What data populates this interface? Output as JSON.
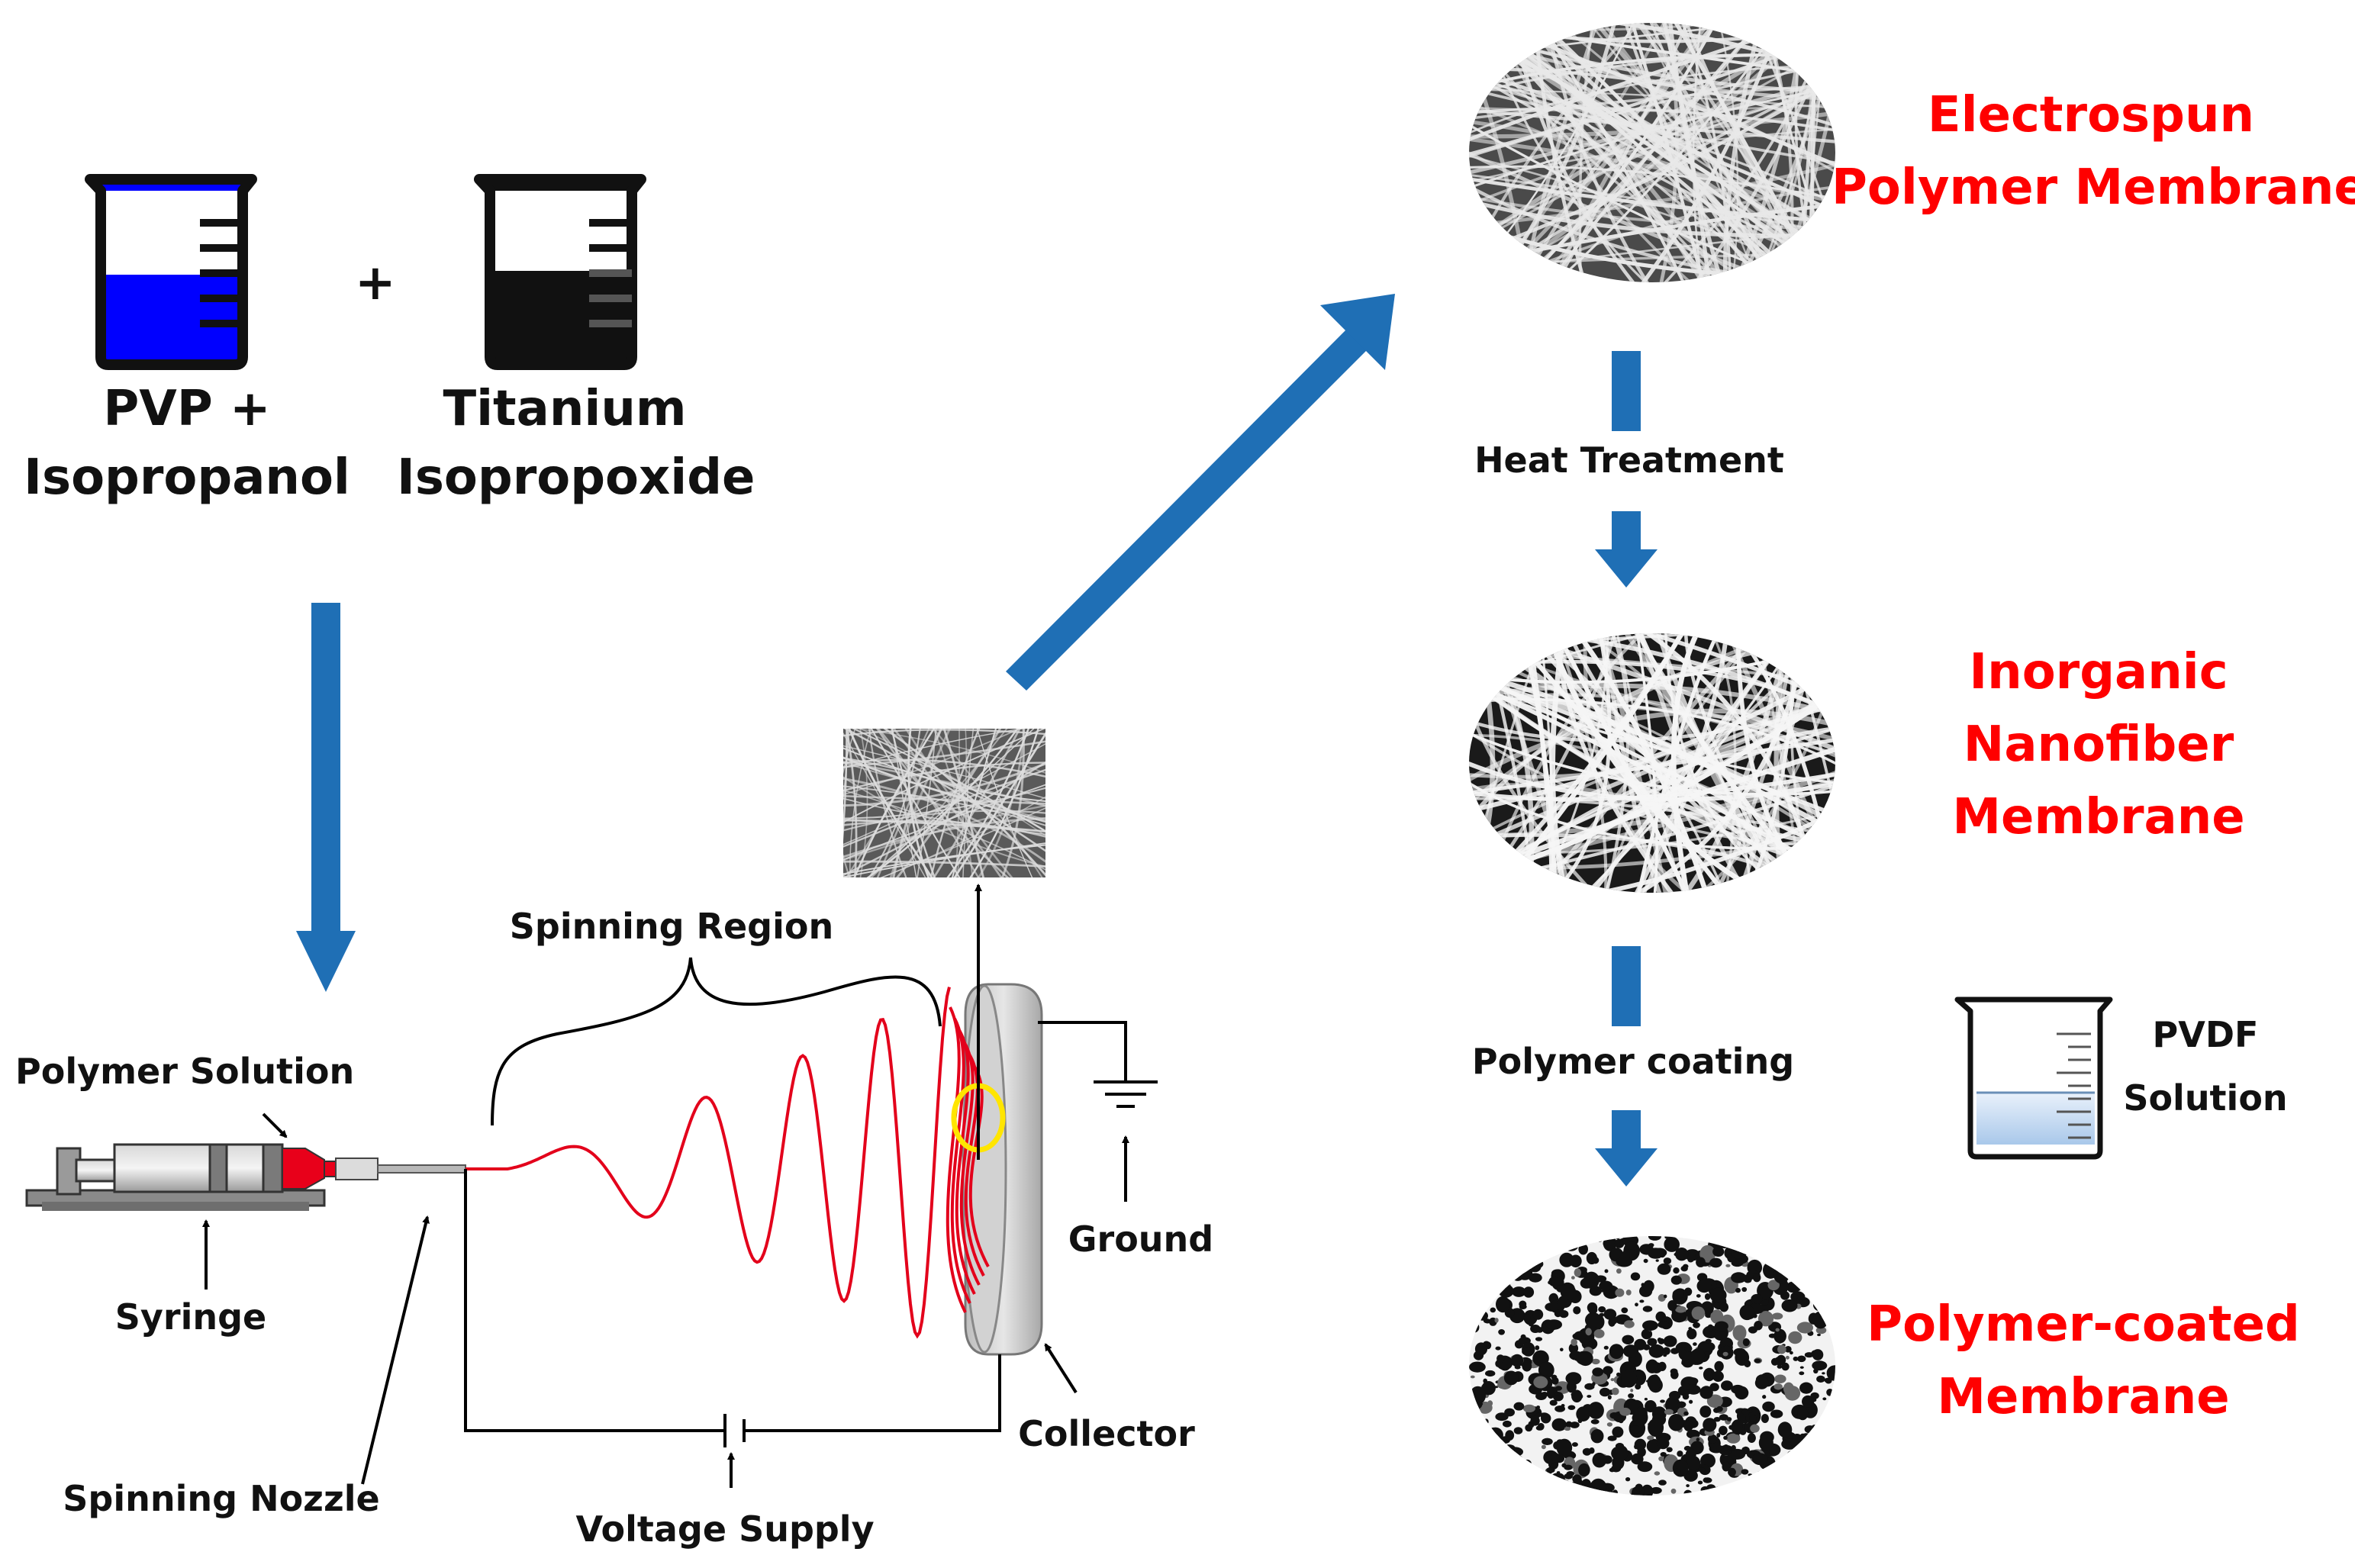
{
  "beakers": {
    "plus": "+",
    "left_label_line1": "PVP +",
    "left_label_line2": "Isopropanol",
    "right_label_line1": "Titanium",
    "right_label_line2": "Isopropoxide"
  },
  "setup": {
    "polymer_solution": "Polymer Solution",
    "syringe": "Syringe",
    "spinning_nozzle": "Spinning Nozzle",
    "spinning_region": "Spinning Region",
    "voltage_supply": "Voltage Supply",
    "collector": "Collector",
    "ground": "Ground"
  },
  "process": {
    "electrospun_line1": "Electrospun",
    "electrospun_line2": "Polymer Membrane",
    "heat_treatment": "Heat Treatment",
    "inorganic_line1": "Inorganic",
    "inorganic_line2": "Nanofiber",
    "inorganic_line3": "Membrane",
    "polymer_coating": "Polymer coating",
    "pvdf_line1": "PVDF",
    "pvdf_line2": "Solution",
    "coated_line1": "Polymer-coated",
    "coated_line2": "Membrane"
  },
  "colors": {
    "arrow_blue": "#1f6fb5",
    "arrow_blue_dark": "#164f84",
    "accent_red": "#ff0000",
    "jet_red": "#e3001b",
    "pvp_blue": "#0000ff",
    "titanium_black": "#111111",
    "highlight_yellow": "#ffe500"
  }
}
